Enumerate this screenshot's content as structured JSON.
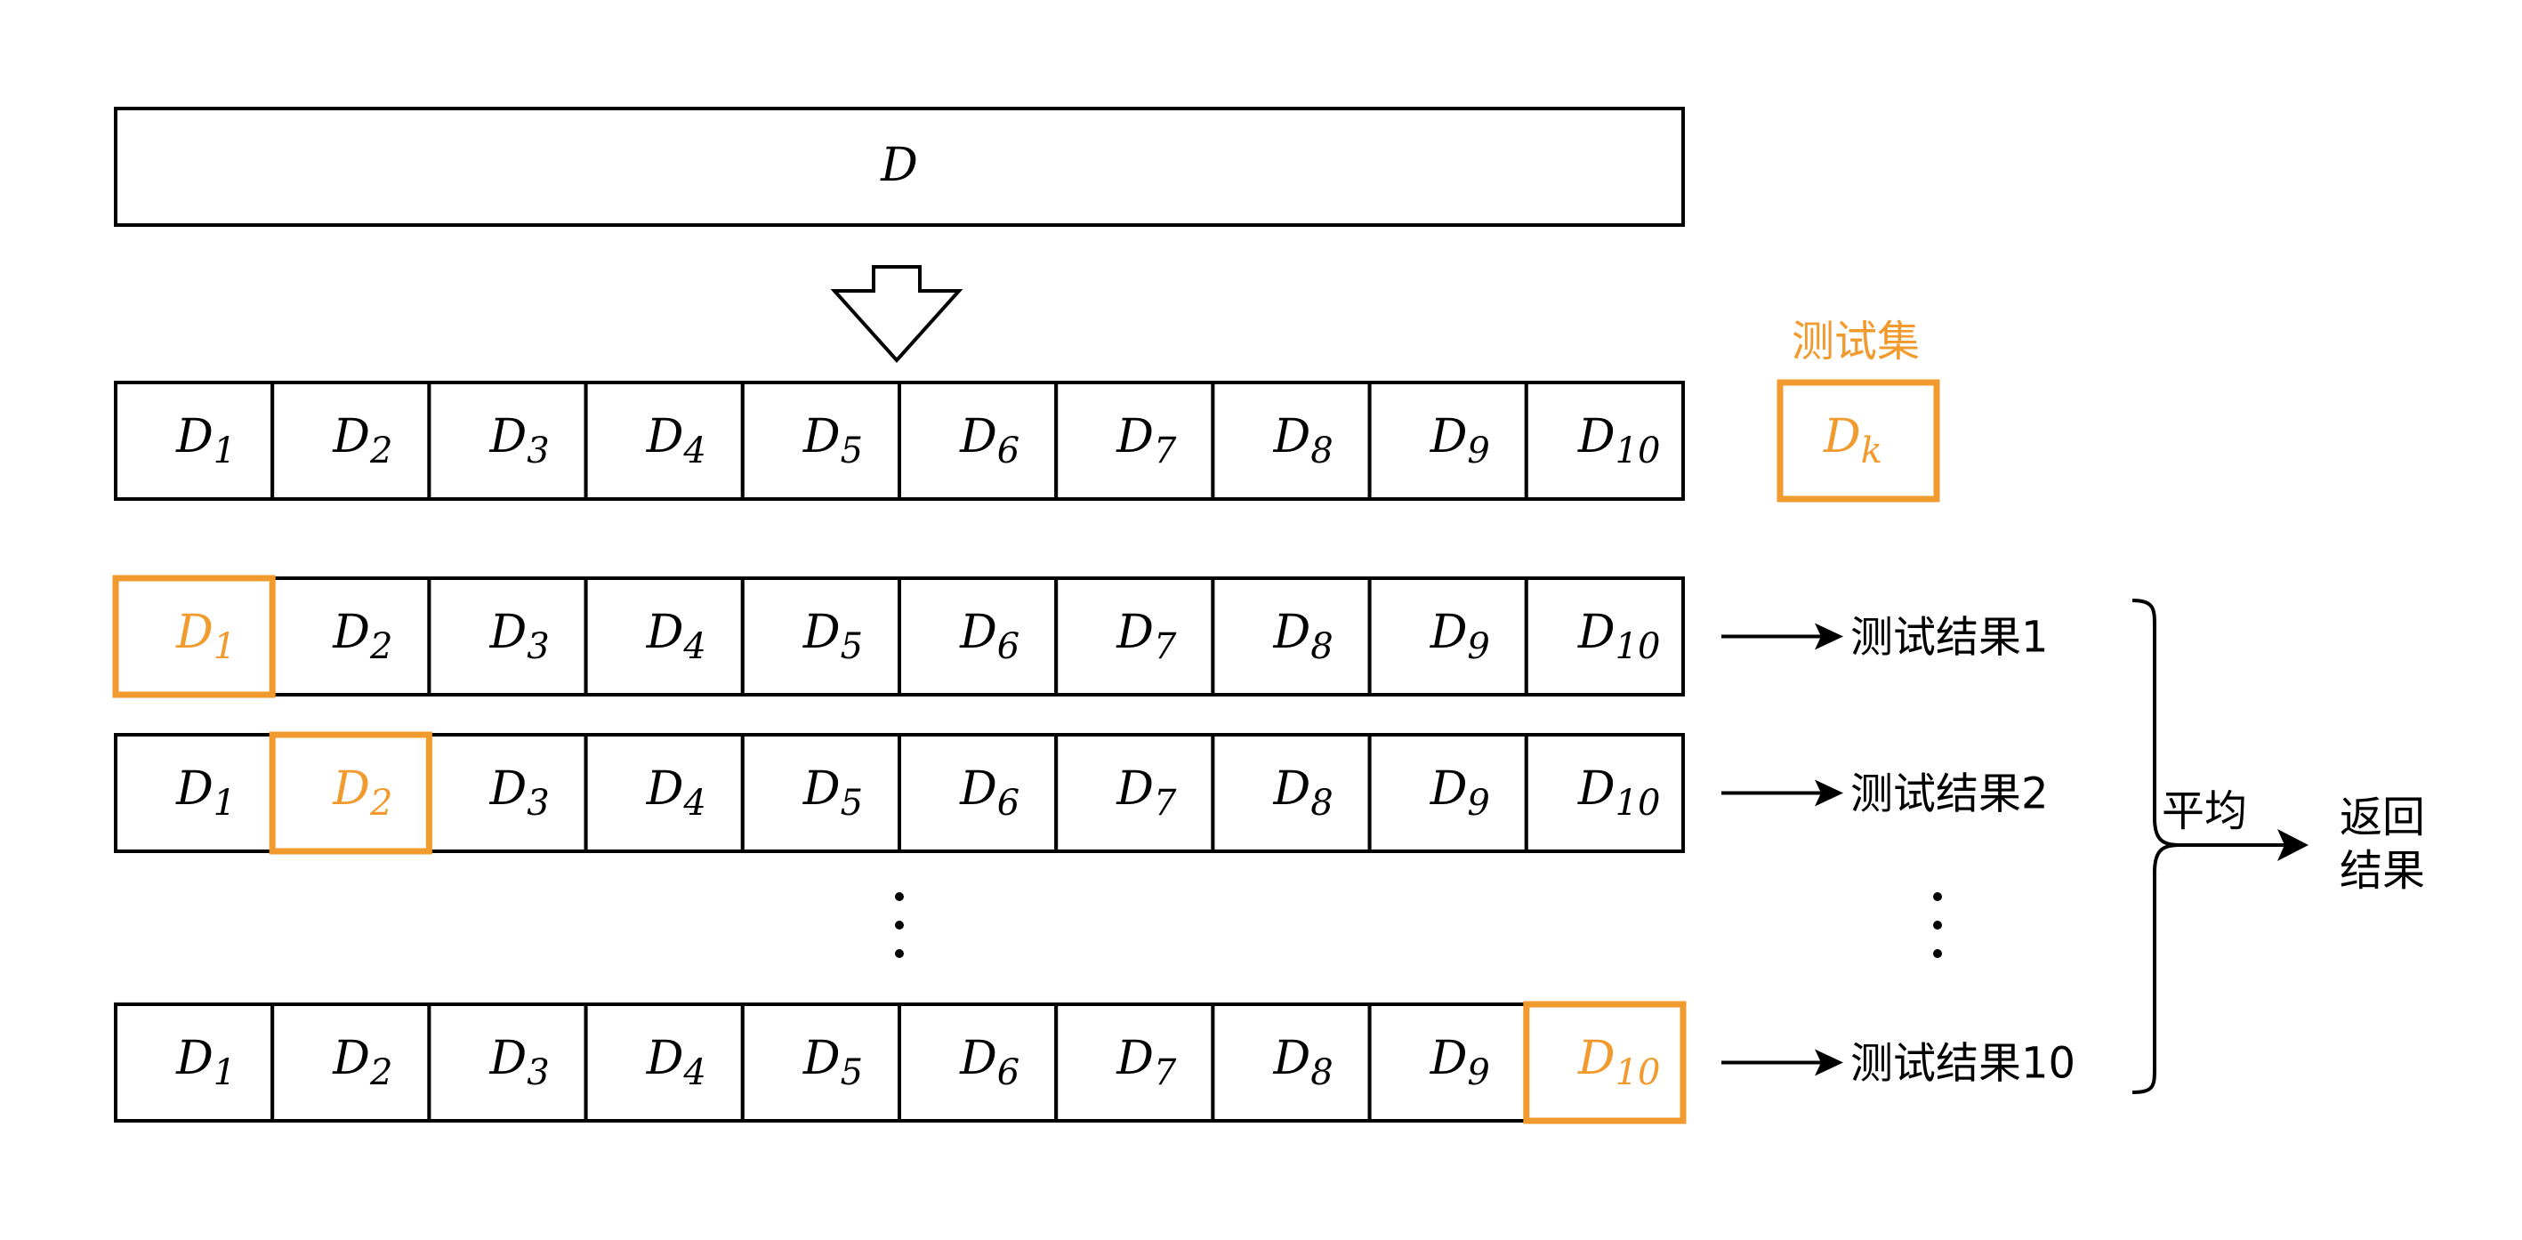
{
  "dataset": {
    "label": "D"
  },
  "fold_labels": [
    {
      "base": "D",
      "sub": "1"
    },
    {
      "base": "D",
      "sub": "2"
    },
    {
      "base": "D",
      "sub": "3"
    },
    {
      "base": "D",
      "sub": "4"
    },
    {
      "base": "D",
      "sub": "5"
    },
    {
      "base": "D",
      "sub": "6"
    },
    {
      "base": "D",
      "sub": "7"
    },
    {
      "base": "D",
      "sub": "8"
    },
    {
      "base": "D",
      "sub": "9"
    },
    {
      "base": "D",
      "sub": "10"
    }
  ],
  "legend": {
    "title": "测试集",
    "base": "D",
    "sub": "k"
  },
  "iterations": [
    {
      "test_index": 0,
      "result": "测试结果1"
    },
    {
      "test_index": 1,
      "result": "测试结果2"
    },
    {
      "test_index": 9,
      "result": "测试结果10"
    }
  ],
  "average_label": "平均",
  "return_label": [
    "返回",
    "结果"
  ],
  "colors": {
    "highlight": "#F19A2E",
    "stroke": "#000000"
  }
}
